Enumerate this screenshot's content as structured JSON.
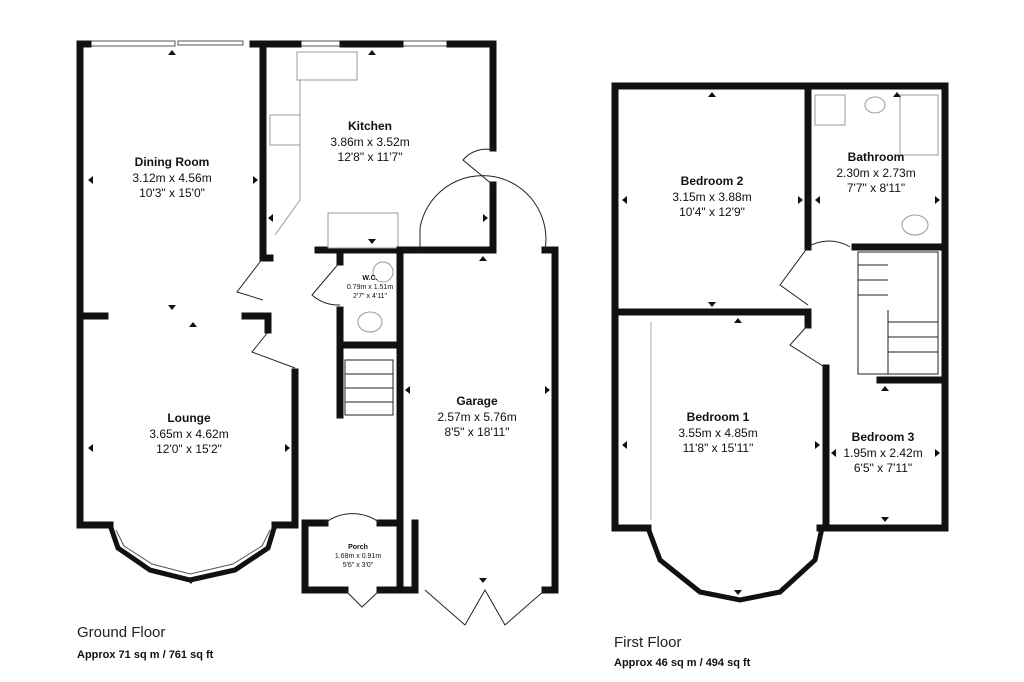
{
  "ground_floor": {
    "label": "Ground Floor",
    "area": "Approx 71 sq m / 761 sq ft",
    "rooms": [
      {
        "name": "Dining Room",
        "metric": "3.12m x 4.56m",
        "imperial": "10'3\" x 15'0\""
      },
      {
        "name": "Kitchen",
        "metric": "3.86m x 3.52m",
        "imperial": "12'8\" x 11'7\""
      },
      {
        "name": "W.C.",
        "metric": "0.79m x 1.51m",
        "imperial": "2'7\" x 4'11\""
      },
      {
        "name": "Lounge",
        "metric": "3.65m x 4.62m",
        "imperial": "12'0\" x 15'2\""
      },
      {
        "name": "Garage",
        "metric": "2.57m x 5.76m",
        "imperial": "8'5\" x 18'11\""
      },
      {
        "name": "Porch",
        "metric": "1.68m x 0.91m",
        "imperial": "5'6\" x 3'0\""
      }
    ]
  },
  "first_floor": {
    "label": "First Floor",
    "area": "Approx 46 sq m / 494 sq ft",
    "rooms": [
      {
        "name": "Bedroom 2",
        "metric": "3.15m x 3.88m",
        "imperial": "10'4\" x 12'9\""
      },
      {
        "name": "Bathroom",
        "metric": "2.30m x 2.73m",
        "imperial": "7'7\" x 8'11\""
      },
      {
        "name": "Bedroom 1",
        "metric": "3.55m x 4.85m",
        "imperial": "11'8\" x 15'11\""
      },
      {
        "name": "Bedroom 3",
        "metric": "1.95m x 2.42m",
        "imperial": "6'5\" x 7'11\""
      }
    ]
  }
}
